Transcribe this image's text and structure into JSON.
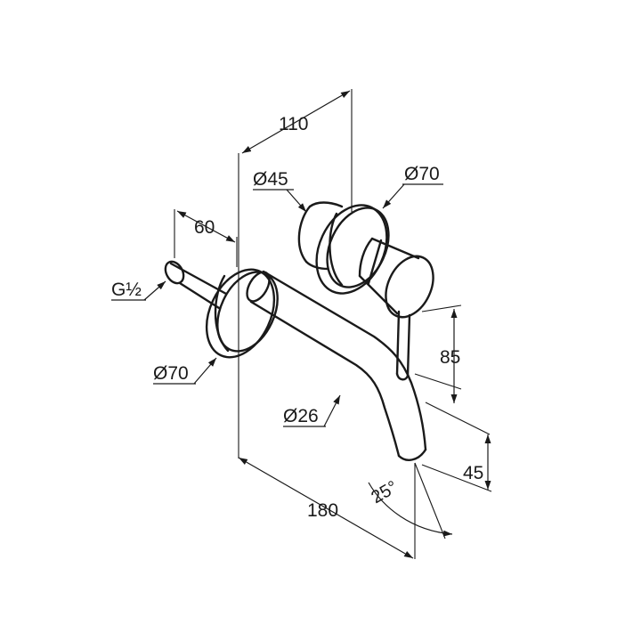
{
  "dimensions": {
    "width_110": "110",
    "dia_45": "Ø45",
    "dia_70_top": "Ø70",
    "depth_60": "60",
    "thread": "G½",
    "dia_70_flange": "Ø70",
    "height_85": "85",
    "dia_26": "Ø26",
    "height_45": "45",
    "angle_25": "25°",
    "length_180": "180"
  }
}
